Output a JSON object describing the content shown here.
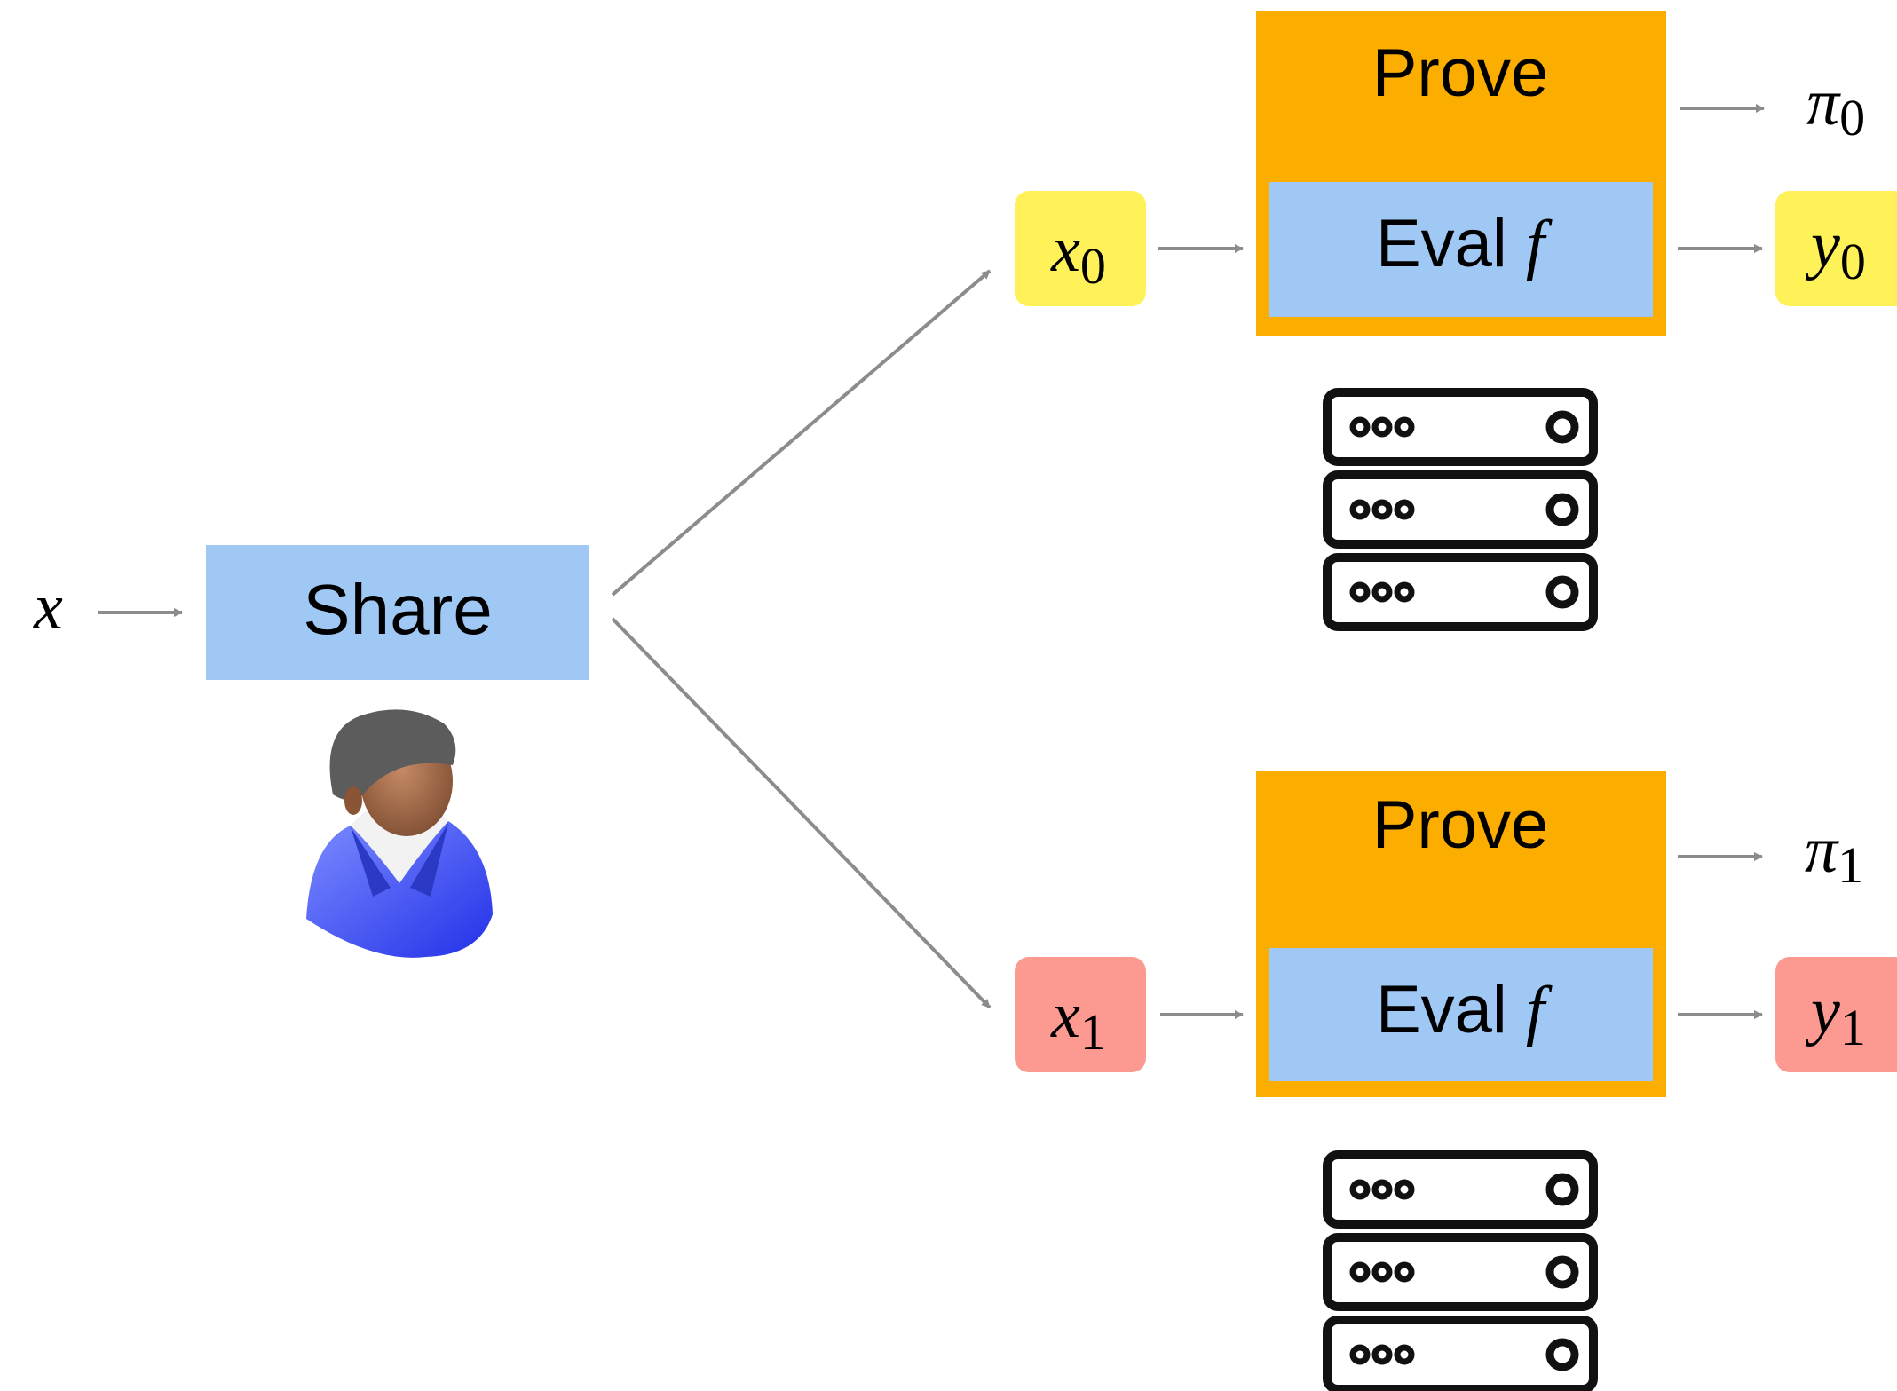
{
  "input": {
    "var": "x"
  },
  "share": {
    "label": "Share"
  },
  "party0": {
    "input": {
      "var": "x",
      "sub": "0"
    },
    "prove_label": "Prove",
    "eval": {
      "label": "Eval",
      "func": "f"
    },
    "proof": {
      "var": "π",
      "sub": "0"
    },
    "output": {
      "var": "y",
      "sub": "0"
    }
  },
  "party1": {
    "input": {
      "var": "x",
      "sub": "1"
    },
    "prove_label": "Prove",
    "eval": {
      "label": "Eval",
      "func": "f"
    },
    "proof": {
      "var": "π",
      "sub": "1"
    },
    "output": {
      "var": "y",
      "sub": "1"
    }
  },
  "colors": {
    "share_fill": "#a0c8f5",
    "prove_fill": "#fbad00",
    "eval_fill": "#a0c8f5",
    "share0_fill": "#fff158",
    "share1_fill": "#fc9a92",
    "arrow": "#8c8c8c",
    "server_stroke": "#111111",
    "person_shirt": "#3a4df0",
    "person_skin": "#a86e4c",
    "person_hair": "#5c5c5c"
  },
  "icons": {
    "user": "user-icon",
    "server0": "server-icon",
    "server1": "server-icon"
  }
}
